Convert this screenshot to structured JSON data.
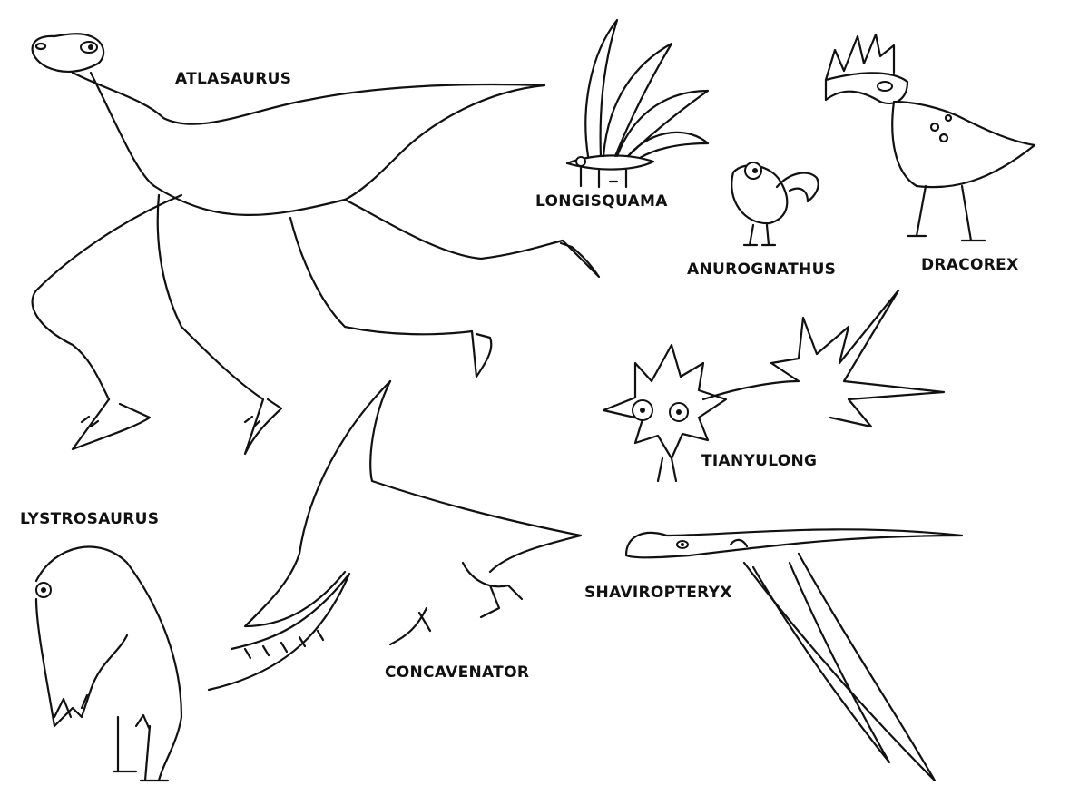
{
  "labels": {
    "atlasaurus": "ATLASAURUS",
    "longisquama": "LONGISQUAMA",
    "anurognathus": "ANUROGNATHUS",
    "dracorex": "DRACOREX",
    "tianyulong": "TIANYULONG",
    "lystrosaurus": "LYSTROSAURUS",
    "concavenator": "CONCAVENATOR",
    "shaviropteryx": "SHAVIROPTERYX"
  },
  "colors": {
    "ink": "#111111",
    "paper": "#ffffff"
  }
}
